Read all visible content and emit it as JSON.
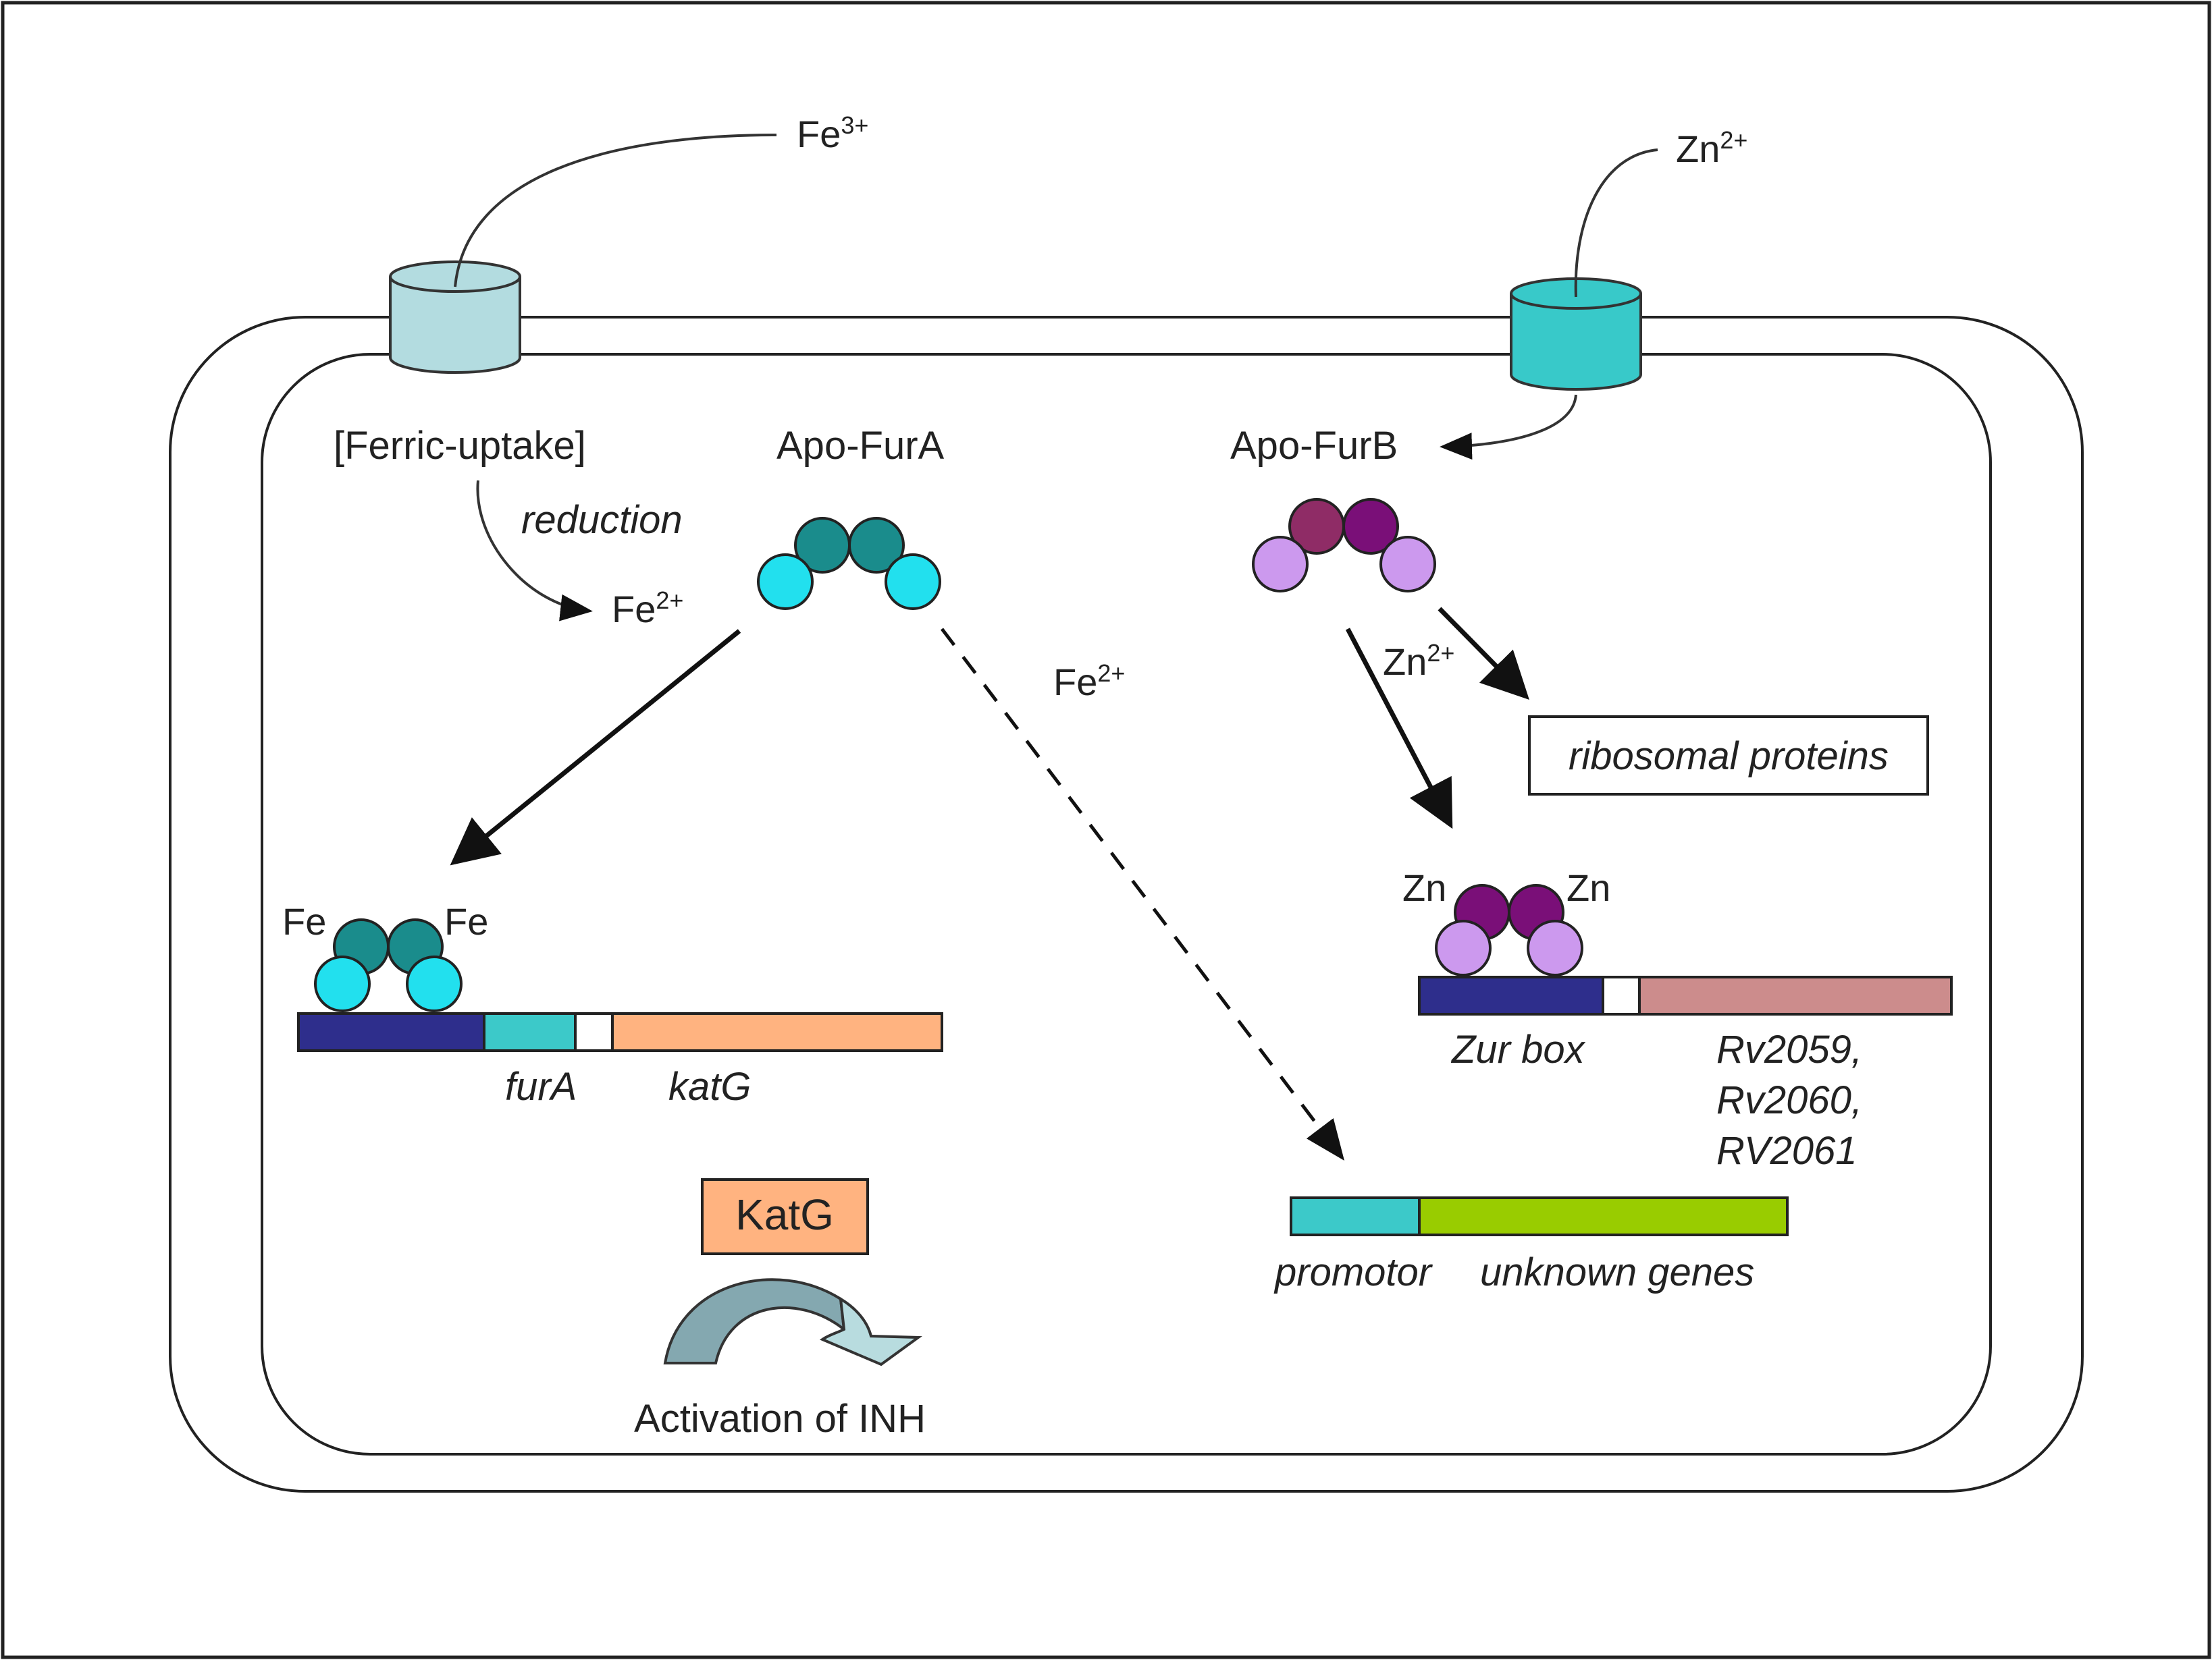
{
  "labels": {
    "fe3": "Fe",
    "fe3_charge": "3+",
    "zn_in": "Zn",
    "zn_in_charge": "2+",
    "ferric_uptake": "[Ferric-uptake]",
    "reduction": "reduction",
    "fe2": "Fe",
    "fe2_charge": "2+",
    "apo_fura": "Apo-FurA",
    "apo_furb": "Apo-FurB",
    "fe2_mid": "Fe",
    "fe2_mid_charge": "2+",
    "zn_arrow": "Zn",
    "zn_arrow_charge": "2+",
    "ribosomal_proteins": "ribosomal proteins",
    "fe_left": "Fe",
    "fe_right": "Fe",
    "zn_left": "Zn",
    "zn_right": "Zn",
    "fura_gene": "furA",
    "katg_gene": "katG",
    "zur_box": "Zur box",
    "rv_line1": "Rv2059,",
    "rv_line2": "Rv2060,",
    "rv_line3": "RV2061",
    "katg_protein": "KatG",
    "activation": "Activation of INH",
    "promotor": "promotor",
    "unknown_genes": "unknown genes"
  },
  "colors": {
    "ferric_channel": "#b3dce0",
    "zinc_channel": "#38c9c9",
    "fura_dark": "#1a8c8c",
    "fura_light": "#22e0ee",
    "furb_dark1": "#8f2c66",
    "furb_dark2": "#7a0f78",
    "furb_light": "#cc99ee",
    "dna_navy": "#2e2e8c",
    "dna_teal": "#3cc9c9",
    "katg_orange": "#ffb380",
    "rv_rose": "#cc8c8c",
    "unknown_green": "#99cc00",
    "inh_arrow_dark": "#84a8b0",
    "inh_arrow_light": "#b8dcdf"
  }
}
